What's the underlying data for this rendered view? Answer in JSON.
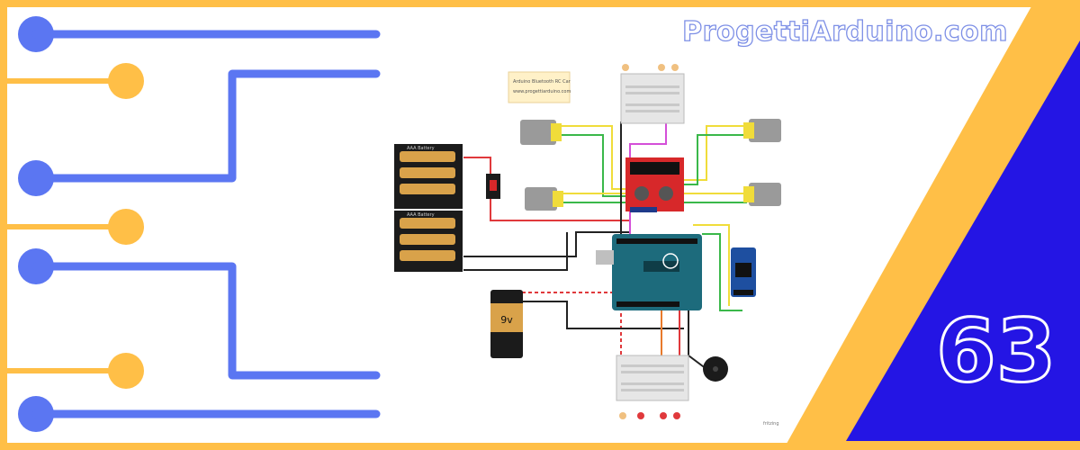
{
  "brand": {
    "text": "ProgettiArduino.com"
  },
  "episode": {
    "number": "63"
  },
  "schematic": {
    "note_title": "Arduino Bluetooth RC Car",
    "note_url": "www.progettiarduino.com",
    "battery_label": "AAA Battery",
    "battery_label_rev": "AAA Battery",
    "nine_volt": "9v",
    "footer": "fritzing"
  },
  "colors": {
    "frame_yellow": "#ffbf47",
    "node_blue": "#5b76f2",
    "corner_blue": "#2415e4",
    "driver_red": "#d7282a",
    "arduino_teal": "#1d6b7c"
  }
}
